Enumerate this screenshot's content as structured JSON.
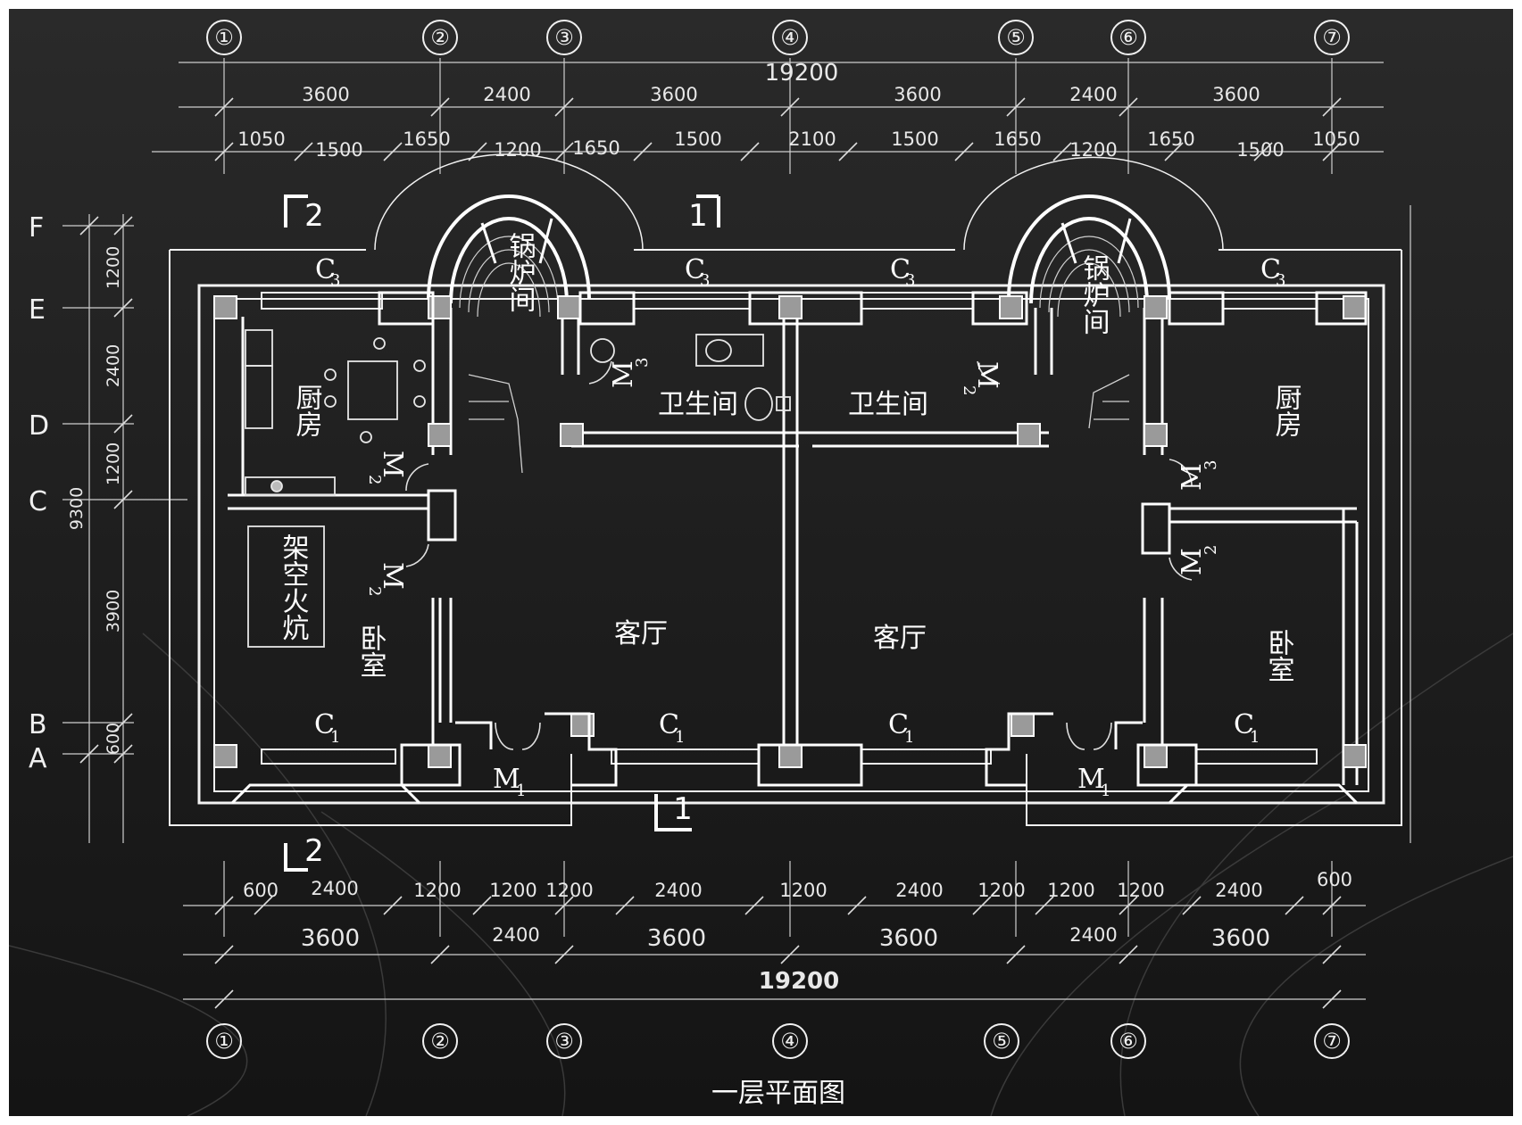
{
  "drawing": {
    "caption": "一层平面图",
    "grid_top": [
      "①",
      "②",
      "③",
      "④",
      "⑤",
      "⑥",
      "⑦"
    ],
    "grid_bottom": [
      "①",
      "②",
      "③",
      "④",
      "⑤",
      "⑥",
      "⑦"
    ],
    "grid_left": [
      "F",
      "E",
      "D",
      "C",
      "B",
      "A"
    ],
    "dims_top": {
      "total": "19200",
      "bays": [
        "3600",
        "2400",
        "3600",
        "3600",
        "2400",
        "3600"
      ],
      "details": [
        "1050",
        "1500",
        "1650",
        "1200",
        "1650",
        "1500",
        "2100",
        "1500",
        "1650",
        "1200",
        "1650",
        "1500",
        "1050"
      ]
    },
    "dims_bottom": {
      "details": [
        "600",
        "2400",
        "1200",
        "1200",
        "1200",
        "2400",
        "1200",
        "2400",
        "1200",
        "1200",
        "1200",
        "2400",
        "600"
      ],
      "bays": [
        "3600",
        "2400",
        "3600",
        "3600",
        "2400",
        "3600"
      ],
      "total": "19200"
    },
    "dims_left": {
      "total": "9300",
      "parts": [
        "1200",
        "2400",
        "1200",
        "3900",
        "600"
      ]
    },
    "rooms": {
      "boiler_left": "锅炉间",
      "boiler_right": "锅炉间",
      "kitchen_left": "厨房",
      "kitchen_right": "厨房",
      "bath_left": "卫生间",
      "bath_right": "卫生间",
      "kang": "架空火炕",
      "bedroom_left": "卧室",
      "bedroom_right": "卧室",
      "living_left": "客厅",
      "living_right": "客厅"
    },
    "labels": {
      "window_c3": "C",
      "window_c3_sub": "3",
      "window_c1": "C",
      "window_c1_sub": "1",
      "door_m1": "M",
      "door_m1_sub": "1",
      "door_m2": "M",
      "door_m2_sub": "2",
      "door_m3": "M",
      "door_m3_sub": "3"
    },
    "sections": {
      "s1": "1",
      "s2": "2"
    }
  }
}
